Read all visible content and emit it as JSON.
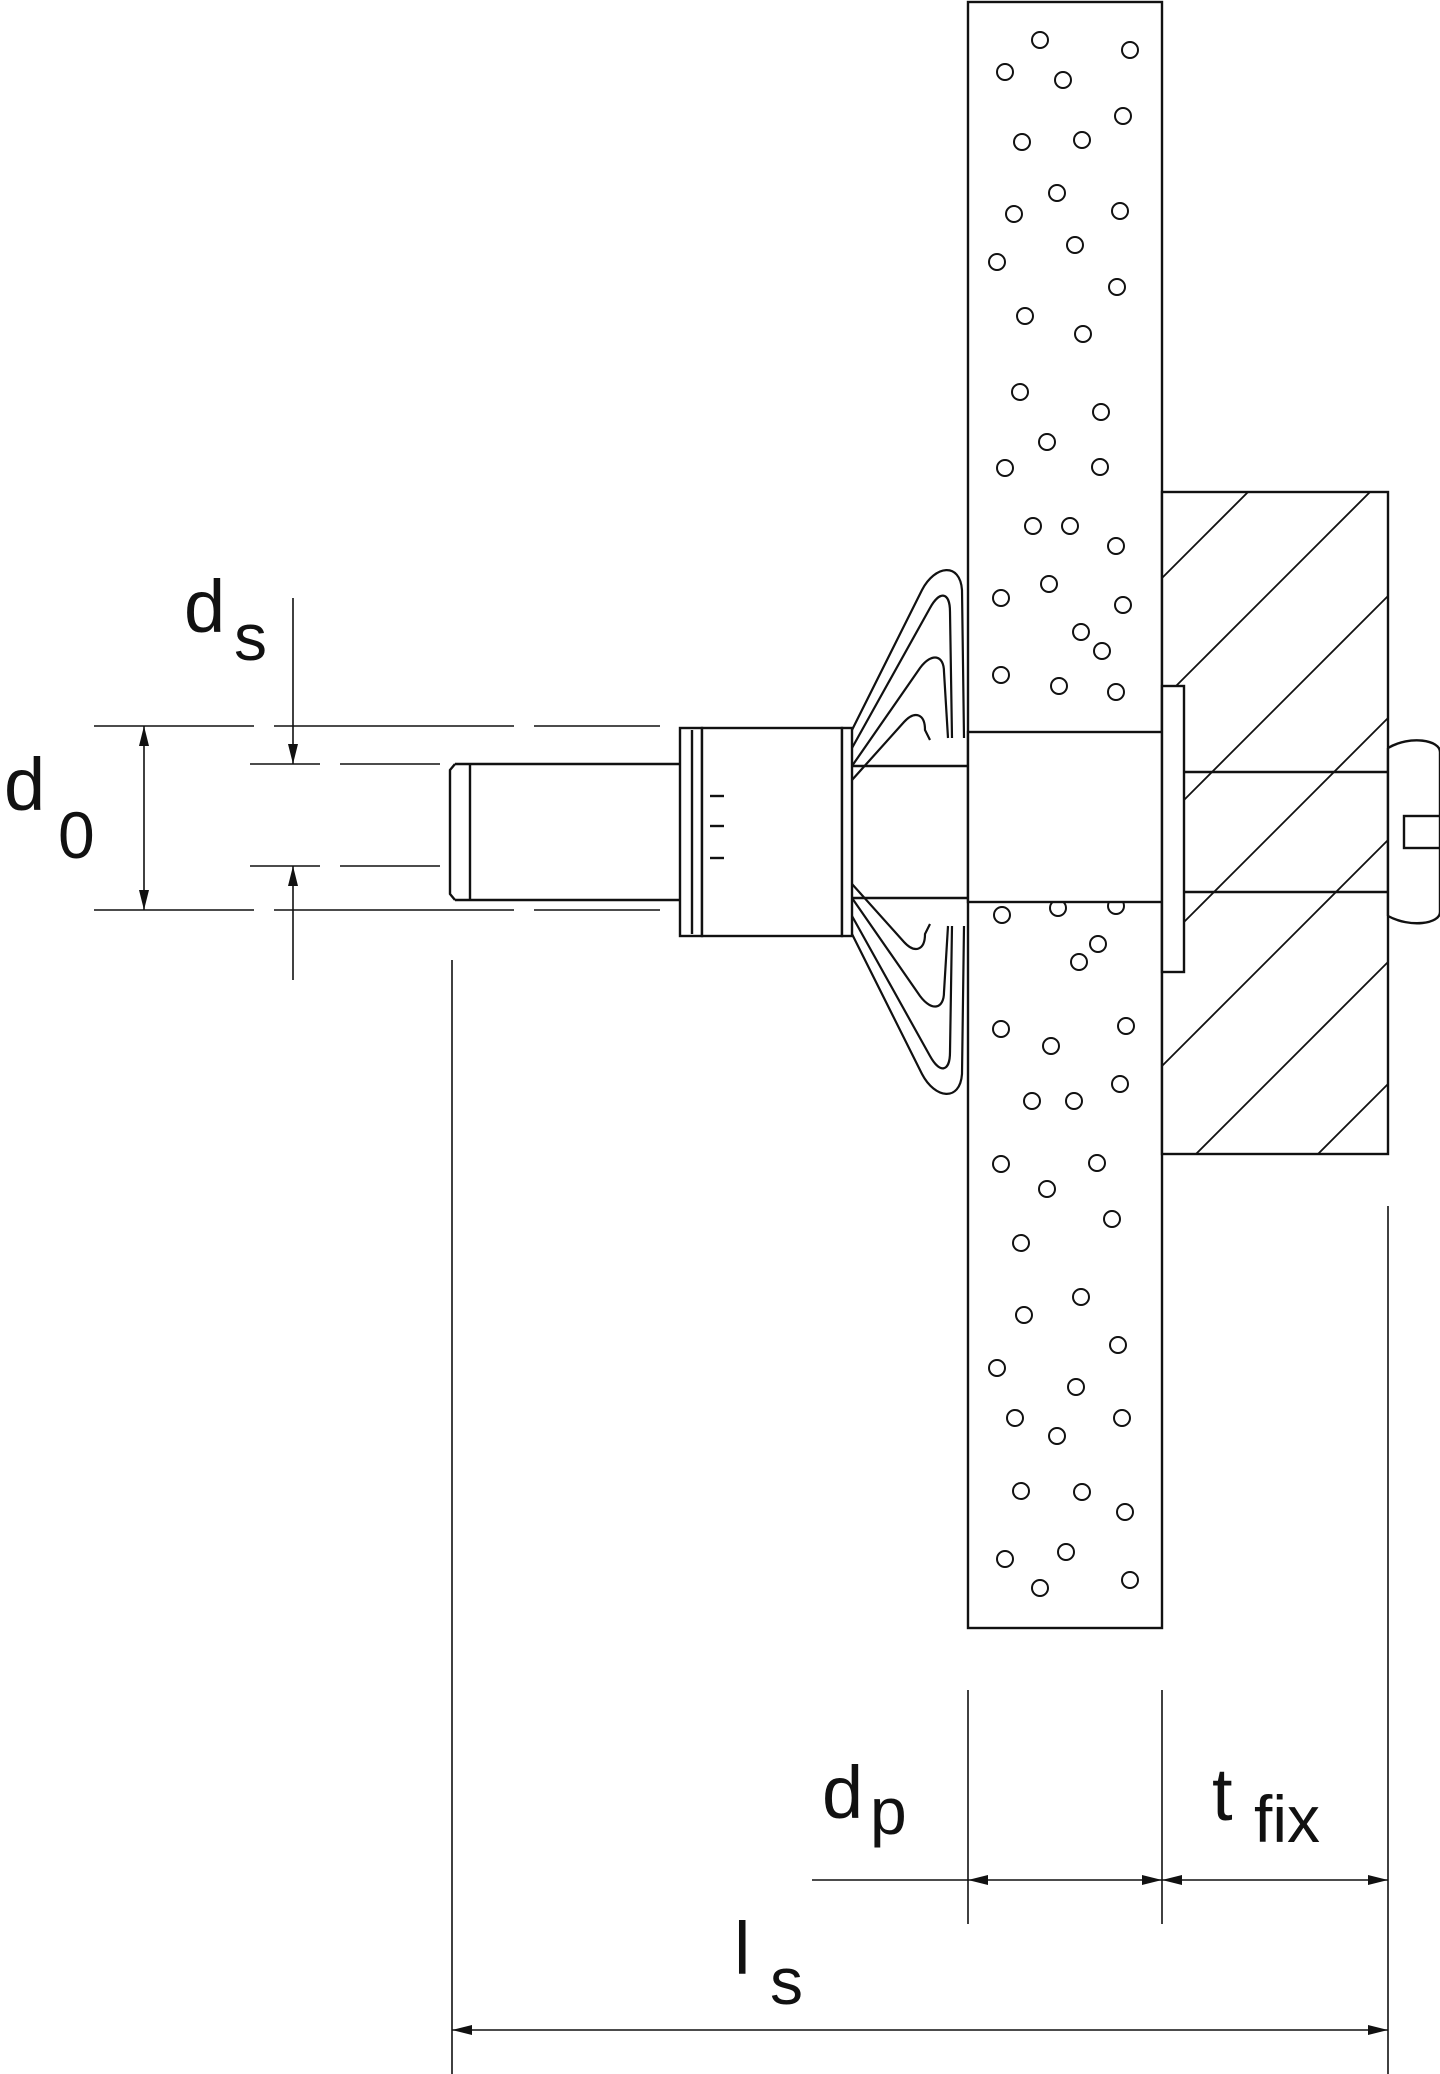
{
  "labels": {
    "ds": {
      "main": "d",
      "sub": "s"
    },
    "d0": {
      "main": "d",
      "sub": "0"
    },
    "dp": {
      "main": "d",
      "sub": "p"
    },
    "tfix": {
      "main": "t",
      "sub": "fix"
    },
    "ls": {
      "main": "l",
      "sub": "s"
    }
  }
}
